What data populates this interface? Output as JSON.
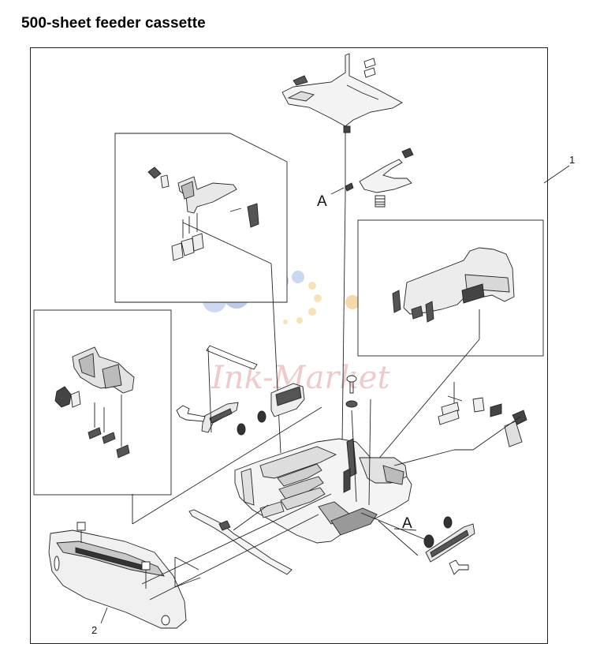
{
  "page": {
    "title": "500-sheet feeder cassette"
  },
  "diagram": {
    "callouts": {
      "assembly": "1",
      "front_cover": "2",
      "ref_a_top": "A",
      "ref_a_bottom": "A"
    },
    "watermark": "Ink-Market",
    "colors": {
      "line": "#222222",
      "part_fill": "#e6e6e6",
      "part_dark": "#555555",
      "watermark_dots": [
        "#b9cdea",
        "#f6d9a6",
        "#fbe0b3",
        "#e9c3c3"
      ]
    }
  }
}
